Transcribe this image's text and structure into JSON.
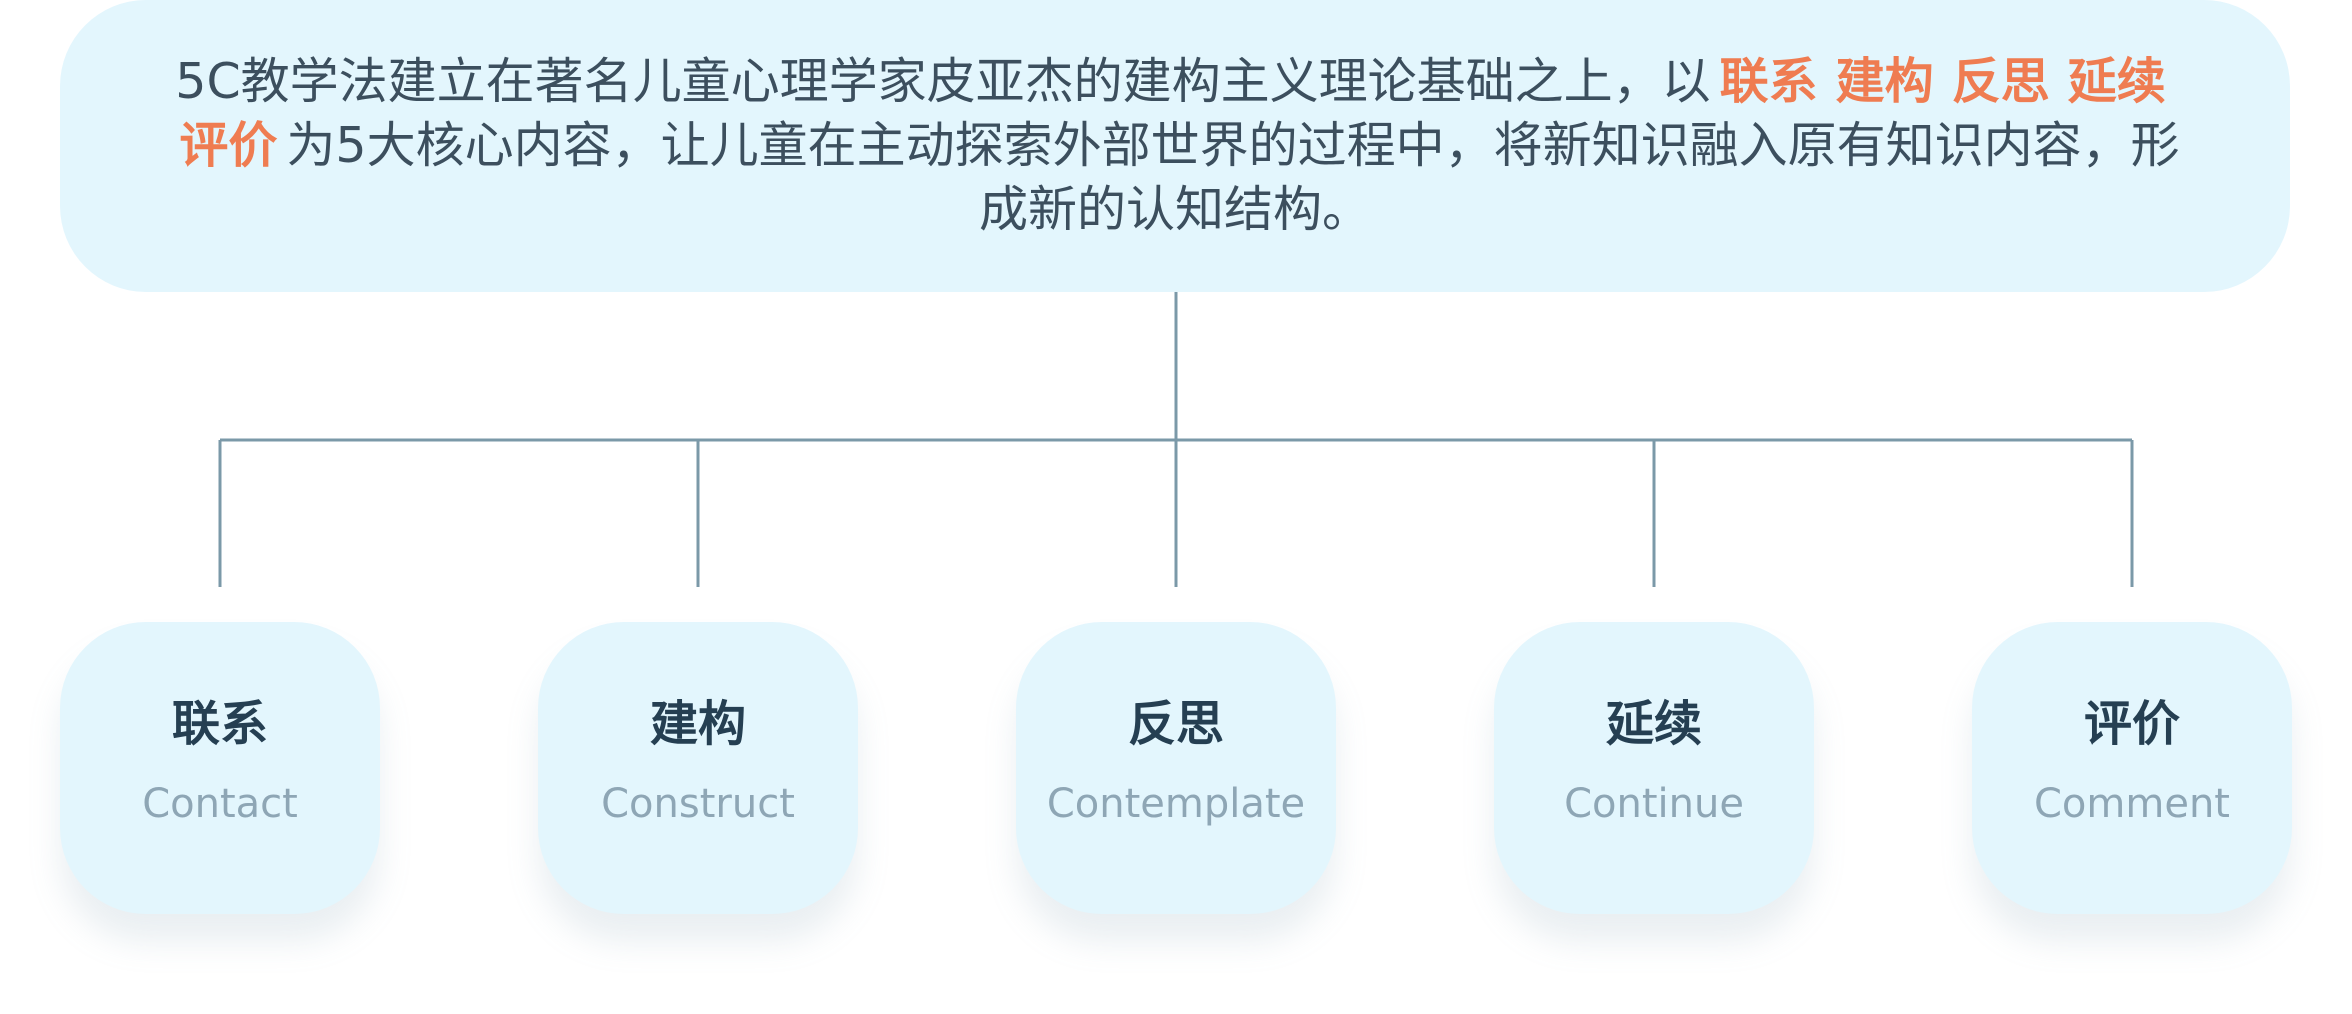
{
  "intro": {
    "part1": "5C教学法建立在著名儿童心理学家皮亚杰的建构主义理论基础之上，以",
    "keywords": [
      "联系",
      "建构",
      "反思",
      "延续",
      "评价"
    ],
    "part2": "为5大核心内容，让儿童在主动探索外部世界的过程中，将新知识融入原有知识内容，形成新的认知结构。"
  },
  "cards": [
    {
      "title": "联系",
      "subtitle": "Contact"
    },
    {
      "title": "建构",
      "subtitle": "Construct"
    },
    {
      "title": "反思",
      "subtitle": "Contemplate"
    },
    {
      "title": "延续",
      "subtitle": "Continue"
    },
    {
      "title": "评价",
      "subtitle": "Comment"
    }
  ],
  "colors": {
    "card_background": "#e3f6fd",
    "keyword": "#ef7c51",
    "title": "#253f52",
    "subtitle": "#8ea6b5",
    "body_text": "#3c4f5e",
    "connector": "#7b99a8"
  }
}
